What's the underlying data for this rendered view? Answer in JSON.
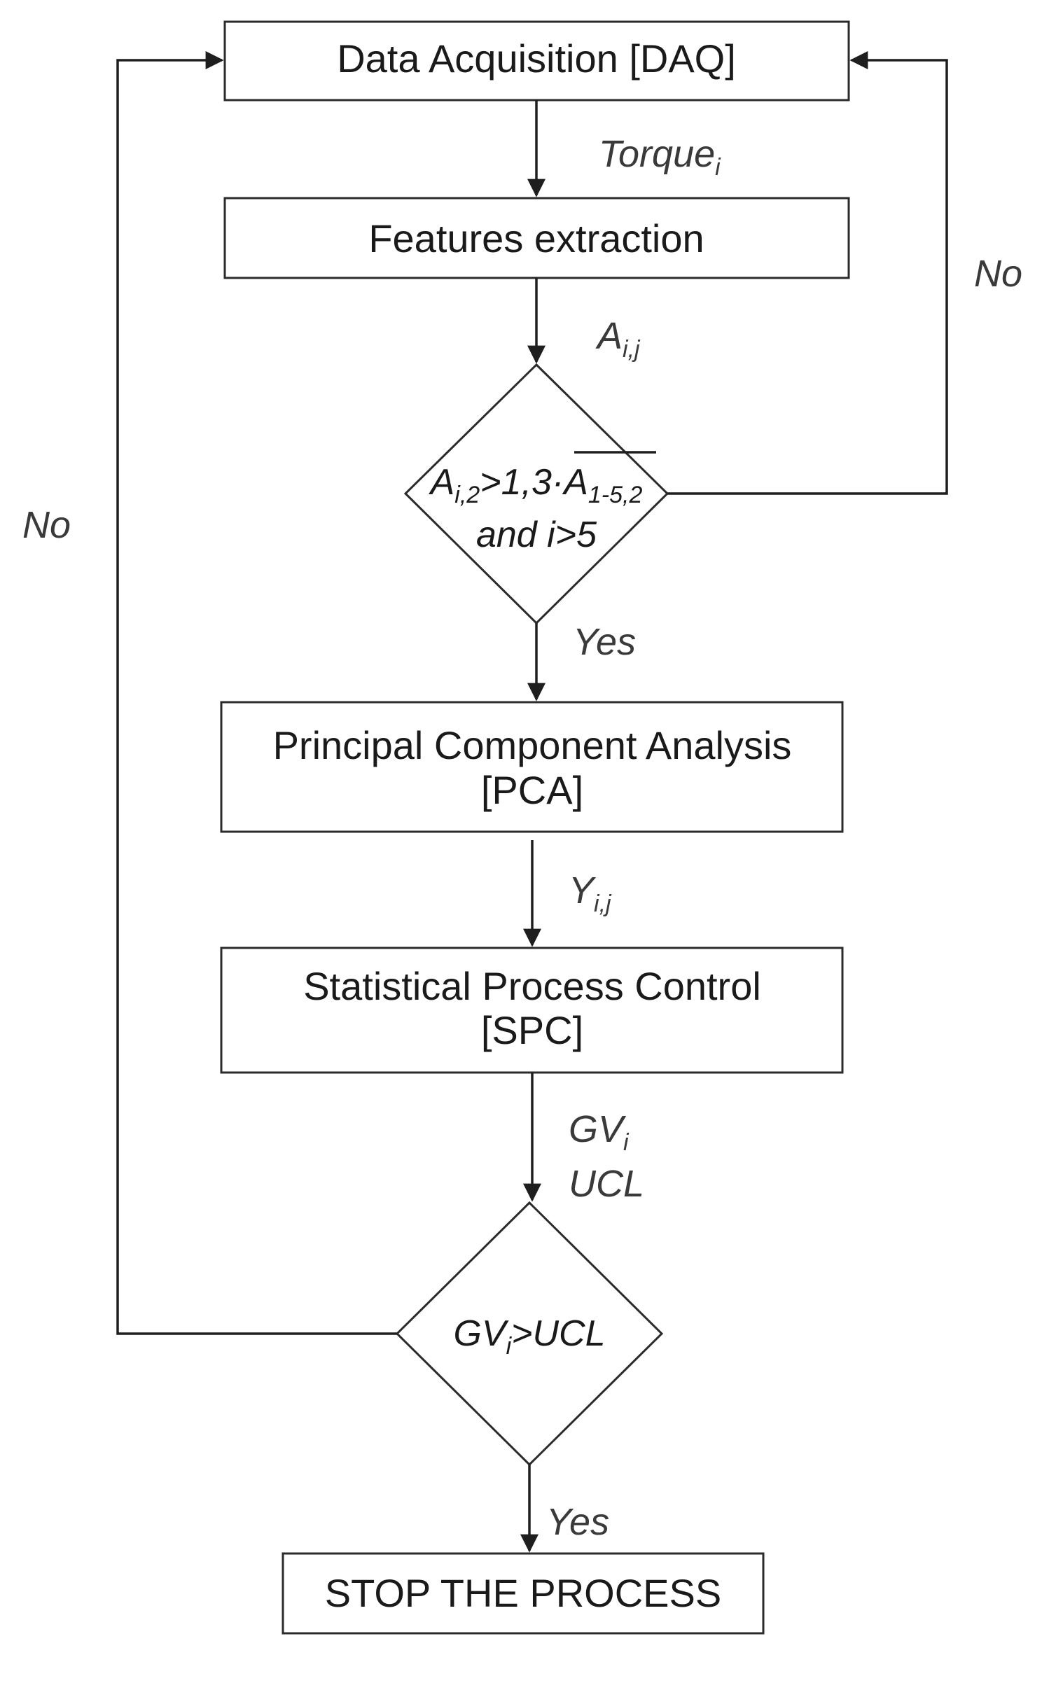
{
  "boxes": {
    "daq": "Data Acquisition [DAQ]",
    "features": "Features extraction",
    "pca_line1": "Principal Component Analysis",
    "pca_line2": "[PCA]",
    "spc_line1": "Statistical Process Control",
    "spc_line2": "[SPC]",
    "stop": "STOP THE PROCESS"
  },
  "edges": {
    "torque": "Torque",
    "torque_sub": "i",
    "a": "A",
    "a_sub": "i,j",
    "y": "Y",
    "y_sub": "i,j",
    "gv": "GV",
    "gv_sub": "i",
    "ucl": "UCL",
    "yes": "Yes",
    "no": "No"
  },
  "decision1": {
    "a": "A",
    "a_sub": "i,2",
    "mid": ">1,3·",
    "abar": "A",
    "abar_sub": "1-5,2",
    "line2": "and i>5"
  },
  "decision2": {
    "gv": "GV",
    "gv_sub": "i",
    "rest": ">UCL"
  },
  "colors": {
    "stroke": "#2b2b2b",
    "text": "#1a1a1a",
    "edge_text": "#3a3a3a",
    "background": "#ffffff"
  }
}
